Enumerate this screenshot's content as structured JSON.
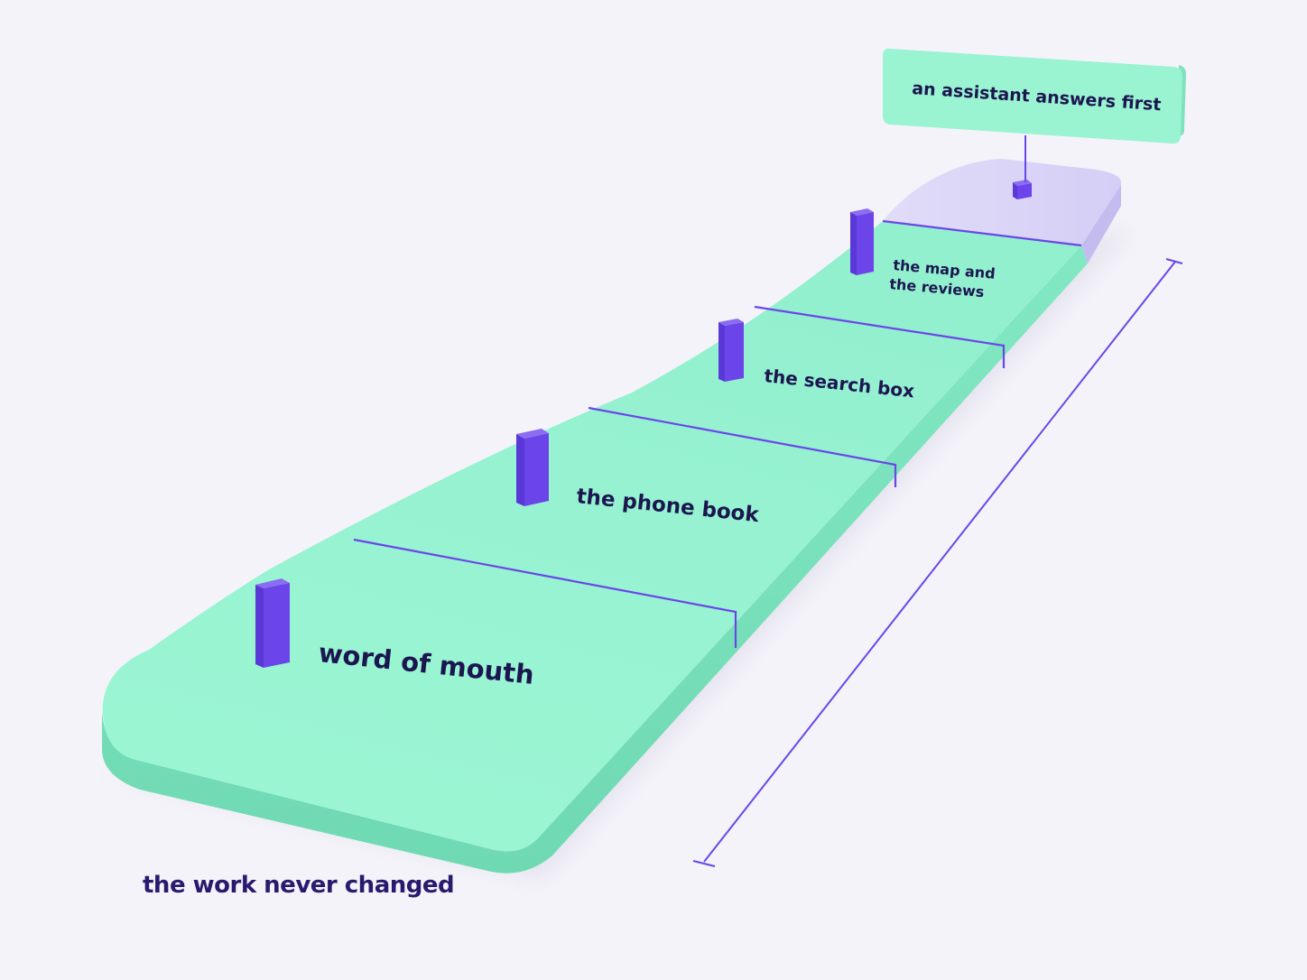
{
  "stages": [
    {
      "label_lines": [
        "word of mouth"
      ]
    },
    {
      "label_lines": [
        "the phone book"
      ]
    },
    {
      "label_lines": [
        "the search box"
      ]
    },
    {
      "label_lines": [
        "the map and",
        "the reviews"
      ]
    }
  ],
  "final_stage": {
    "label": "an assistant answers first"
  },
  "caption": "the work never changed",
  "colors": {
    "track_top": "#97f4d1",
    "track_side": "#78e0bb",
    "final_top": "#ddd8f7",
    "final_side": "#c6bef0",
    "marker": "#6b45ea",
    "marker_dark": "#4e2fc4",
    "divider": "#6a46e8",
    "label": "#1c1650",
    "sign": "#9af3d1"
  }
}
